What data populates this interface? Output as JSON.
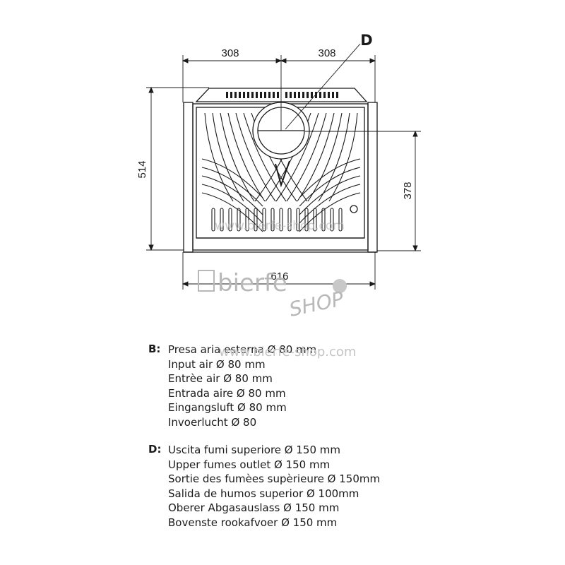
{
  "drawing": {
    "dimensions": {
      "top_left": "308",
      "top_right": "308",
      "height_total": "514",
      "height_outlet": "378",
      "width_total": "616"
    },
    "callout_label": "D"
  },
  "watermark": {
    "brand": "bierfe",
    "shop": "SHOP",
    "site_small": "www.bierfe-shop.com",
    "site_legend": "www.bierfe-shop.com"
  },
  "legend": {
    "b": {
      "key": "B:",
      "lines": [
        "Presa aria esterna Ø 80 mm",
        "Input air Ø 80 mm",
        "Entrèe air Ø 80 mm",
        "Entrada aire Ø 80 mm",
        "Eingangsluft Ø 80 mm",
        "Invoerlucht Ø 80"
      ]
    },
    "d": {
      "key": "D:",
      "lines": [
        "Uscita fumi superiore Ø 150 mm",
        "Upper fumes outlet Ø 150 mm",
        "Sortie des fumèes supèrieure Ø 150mm",
        "Salida de humos superior Ø 100mm",
        "Oberer Abgasauslass Ø 150 mm",
        "Bovenste rookafvoer Ø 150 mm"
      ]
    }
  }
}
